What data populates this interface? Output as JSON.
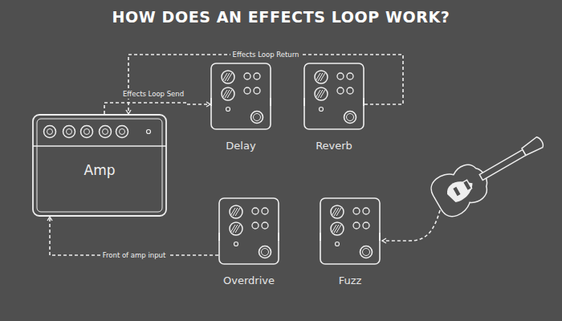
{
  "diagram": {
    "title": "HOW DOES AN EFFECTS LOOP WORK?",
    "nodes": [
      {
        "text": [
          "Amp"
        ]
      },
      {
        "text": [
          "Delay"
        ]
      },
      {
        "text": [
          "Reverb"
        ]
      },
      {
        "text": [
          "Overdrive"
        ]
      },
      {
        "text": [
          "Fuzz"
        ]
      }
    ],
    "edges": [
      {
        "from": 0,
        "to": 1,
        "arrow": "to",
        "label": "Effects Loop Send"
      },
      {
        "from": 2,
        "to": 0,
        "arrow": "to",
        "label": "Effects Loop Return"
      },
      {
        "from": 3,
        "to": 0,
        "arrow": "to",
        "label": "Front of amp input"
      }
    ]
  }
}
